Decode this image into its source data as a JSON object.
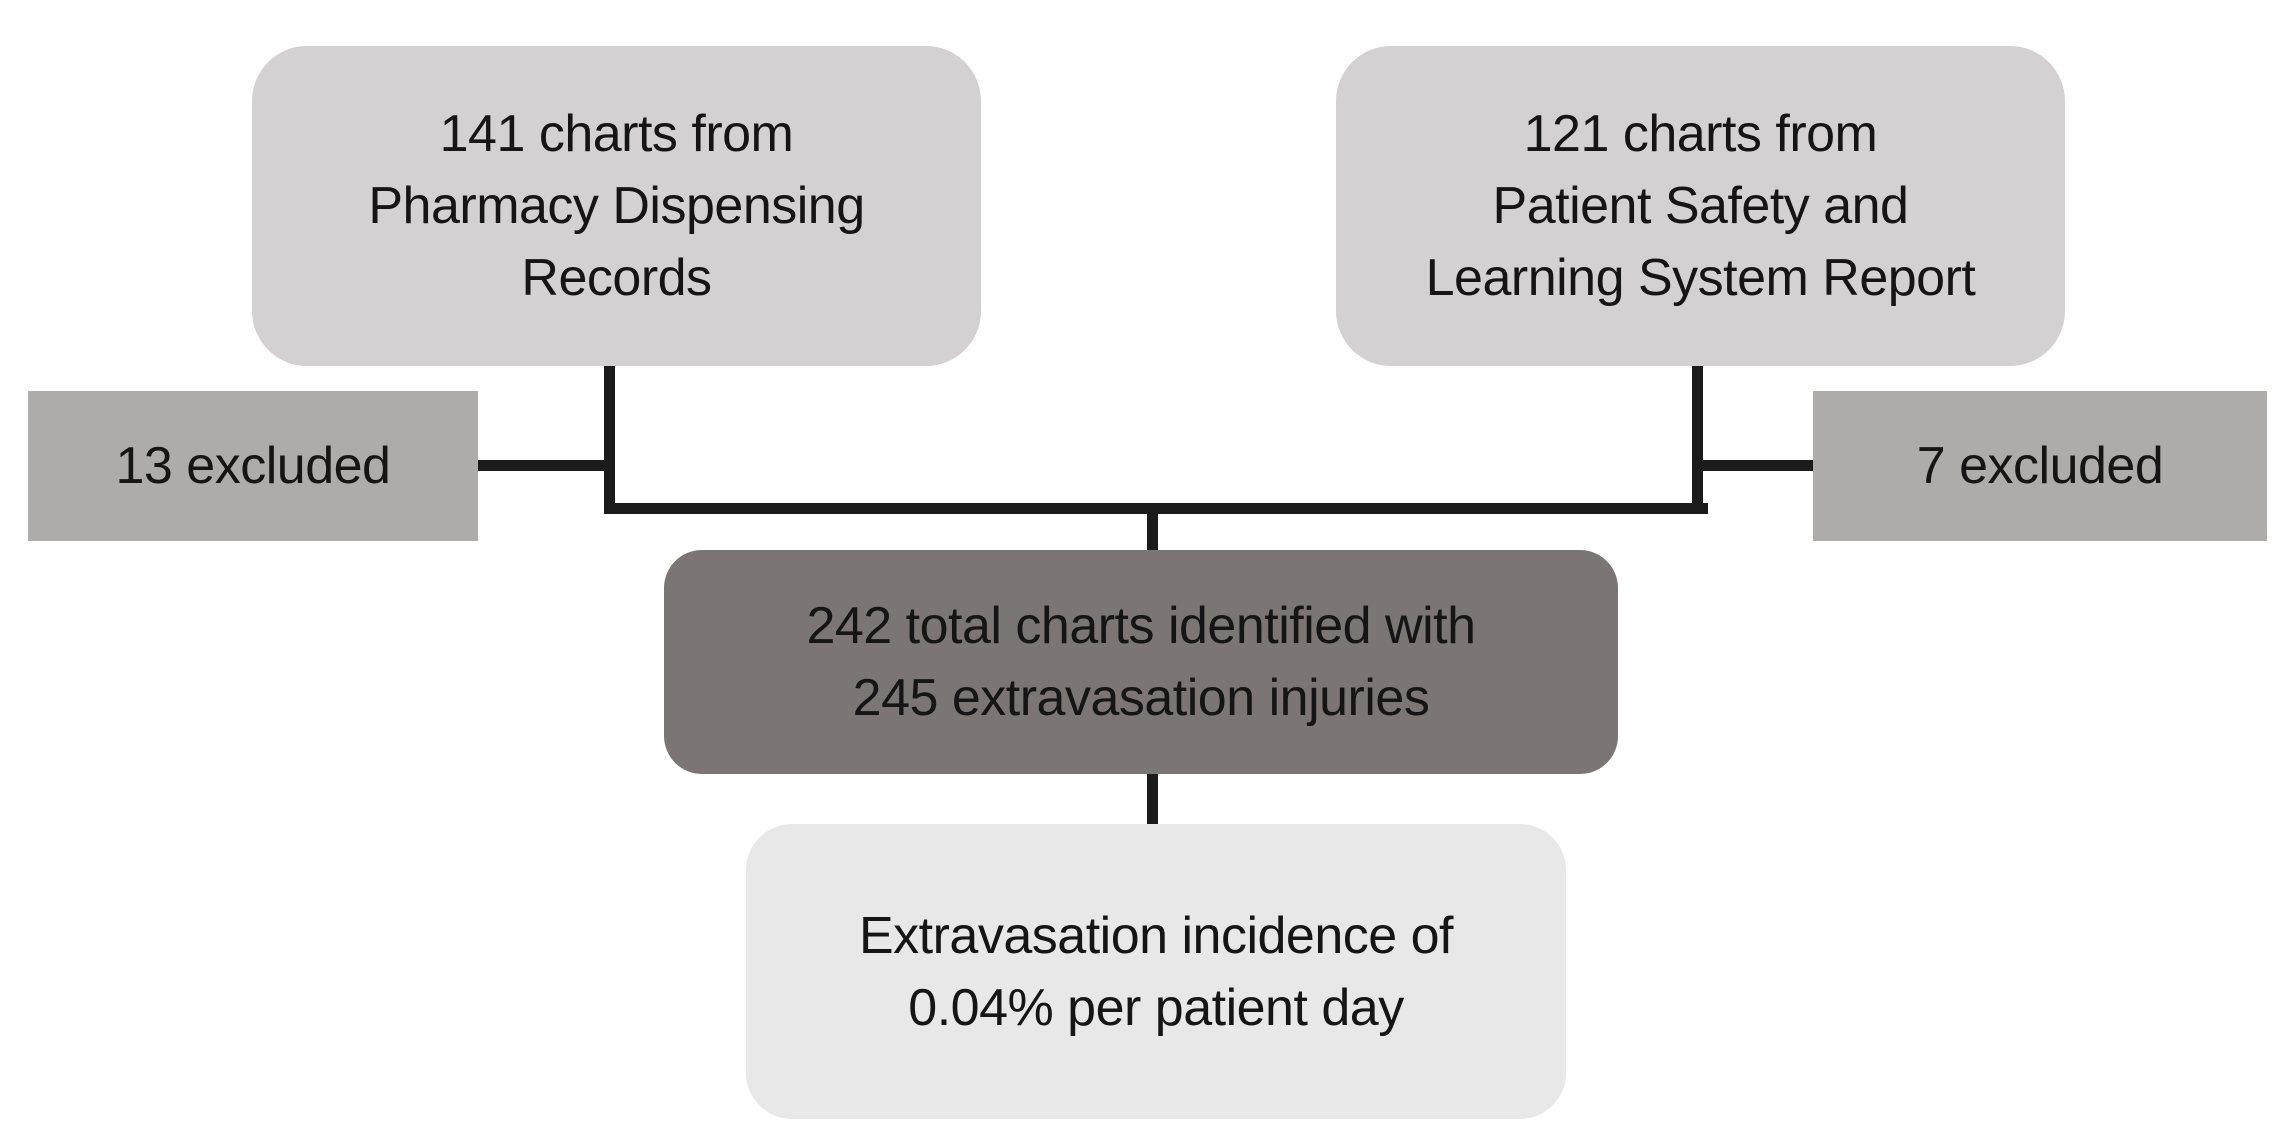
{
  "diagram": {
    "type": "flowchart",
    "background_color": "#ffffff",
    "line_color": "#1b1b1b",
    "text_color": "#151515",
    "nodes": {
      "pharmacy": {
        "fill": "#d3d1d1",
        "lines": [
          "141 charts from",
          "Pharmacy Dispensing",
          "Records"
        ]
      },
      "psls": {
        "fill": "#d3d1d1",
        "lines": [
          "121 charts from",
          "Patient Safety and",
          "Learning System Report"
        ]
      },
      "excluded_left": {
        "fill": "#aeabab",
        "label": "13 excluded"
      },
      "excluded_right": {
        "fill": "#aeabab",
        "label": "7 excluded"
      },
      "total": {
        "fill": "#7b7573",
        "lines": [
          "242 total charts identified with",
          "245 extravasation injuries"
        ]
      },
      "incidence": {
        "fill": "#e9e8e8",
        "lines": [
          "Extravasation incidence of",
          "0.04% per patient day"
        ]
      }
    }
  }
}
